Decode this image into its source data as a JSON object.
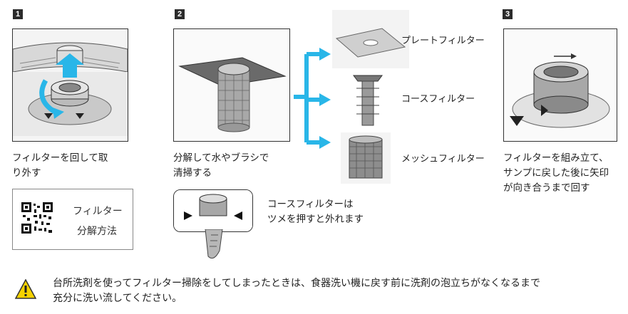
{
  "steps": [
    {
      "num": "1",
      "caption": "フィルターを回して取\nり外す"
    },
    {
      "num": "2",
      "caption": "分解して水やブラシで\n清掃する"
    },
    {
      "num": "3",
      "caption": "フィルターを組み立て、\nサンプに戻した後に矢印\nが向き合うまで回す"
    }
  ],
  "qr": {
    "line1": "フィルター",
    "line2": "分解方法"
  },
  "filters": {
    "plate": "プレートフィルター",
    "coarse": "コースフィルター",
    "mesh": "メッシュフィルター"
  },
  "note": "コースフィルターは\nツメを押すと外れます",
  "warning": "台所洗剤を使ってフィルター掃除をしてしまったときは、食器洗い機に戻す前に洗剤の泡立ちがなくなるまで\n充分に洗い流してください。",
  "colors": {
    "arrow": "#29b6e8",
    "frame": "#333333",
    "warning": "#f5d200"
  }
}
